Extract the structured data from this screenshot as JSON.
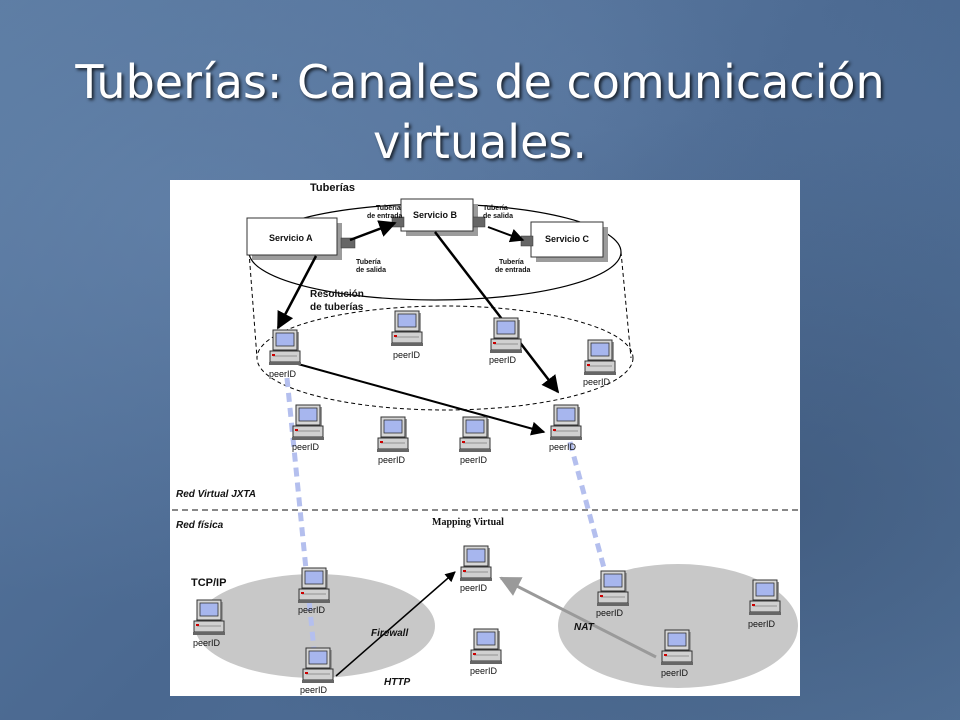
{
  "slide": {
    "title_line1": "Tuberías: Canales de comunicación",
    "title_line2": "virtuales."
  },
  "diagram": {
    "pipes_title": "Tuberías",
    "service_a": "Servicio A",
    "service_b": "Servicio B",
    "service_c": "Servicio C",
    "pipe_input": [
      "Tubería",
      "de entrada"
    ],
    "pipe_output": [
      "Tubería",
      "de salida"
    ],
    "pipe_output_b": [
      "Tubería",
      "de salida"
    ],
    "pipe_input_c": [
      "Tubería",
      "de entrada"
    ],
    "pipe_resolution": [
      "Resolución",
      "de tuberías"
    ],
    "peer_label": "peerID",
    "virtual_network": "Red Virtual JXTA",
    "physical_network": "Red física",
    "mapping_virtual": "Mapping Virtual",
    "tcpip": "TCP/IP",
    "firewall": "Firewall",
    "http": "HTTP",
    "nat": "NAT"
  },
  "colors": {
    "background": "#4f6f95",
    "title_text": "#ffffff",
    "cloud_gray": "#c8c8c8",
    "dashed_blue": "#b4bfee",
    "arrow_black": "#000000",
    "arrow_gray": "#9a9a9a"
  }
}
